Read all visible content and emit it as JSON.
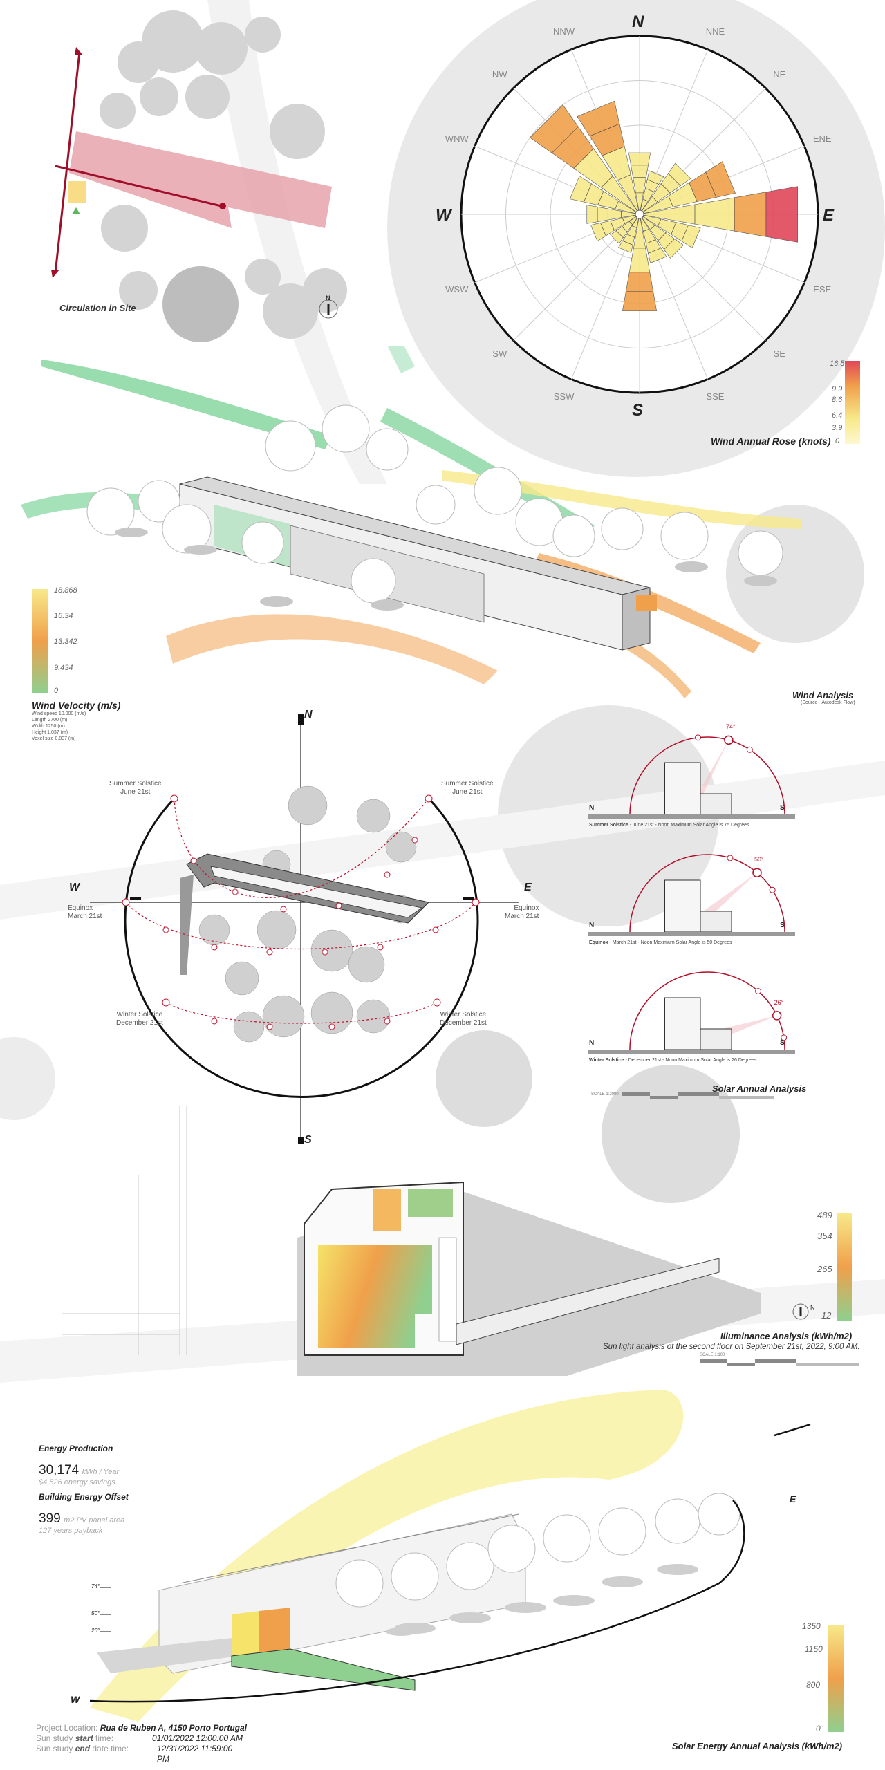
{
  "circulation": {
    "title": "Circulation in Site",
    "north": "N"
  },
  "wind_rose": {
    "title": "Wind Annual Rose  (knots)",
    "cardinals": {
      "n": "N",
      "e": "E",
      "s": "S",
      "w": "W"
    },
    "directions": [
      "NNE",
      "NE",
      "ENE",
      "ESE",
      "SE",
      "SSE",
      "SSW",
      "SW",
      "WSW",
      "WNW",
      "NW",
      "NNW"
    ],
    "legend_values": [
      "16.5",
      "9.9",
      "8.6",
      "6.4",
      "3.9",
      "0"
    ]
  },
  "wind_velocity": {
    "title": "Wind Velocity (m/s)",
    "legend_values": [
      "18.868",
      "16.34",
      "13.342",
      "9.434",
      "0"
    ],
    "notes": [
      "Wind speed 10.000 (m/s)",
      "Length 2700 (m)",
      "Width 1250 (m)",
      "Height 1.037 (m)",
      "Voxel size 0.837 (m)"
    ]
  },
  "wind_analysis": {
    "title": "Wind Analysis",
    "source": "(Source - Autodesk Flow)"
  },
  "sun_path": {
    "n": "N",
    "s": "S",
    "w": "W",
    "e": "E",
    "summer_left": [
      "Summer Solstice",
      "June 21st"
    ],
    "summer_right": [
      "Summer Solstice",
      "June 21st"
    ],
    "equinox_left": [
      "Equinox",
      "March 21st"
    ],
    "equinox_right": [
      "Equinox",
      "March 21st"
    ],
    "winter_left": [
      "Winter Solstice",
      "December 21st"
    ],
    "winter_right": [
      "Winter Solstice",
      "December 21st"
    ]
  },
  "solar_sections": [
    {
      "angle": "74°",
      "n": "N",
      "s": "S",
      "bold": "Summer Solstice",
      "caption": " - June 21st - Noon Maximum Solar Angle is 75 Degrees"
    },
    {
      "angle": "50°",
      "n": "N",
      "s": "S",
      "bold": "Equinox",
      "caption": " - March 21st - Noon Maximum Solar Angle is 50 Degrees"
    },
    {
      "angle": "26°",
      "n": "N",
      "s": "S",
      "bold": "Winter Solstice",
      "caption": " - December 21st - Noon Maximum Solar Angle is 26 Degrees"
    }
  ],
  "solar_annual": {
    "title": "Solar Annual Analysis",
    "scale": "SCALE 1:2000"
  },
  "illuminance": {
    "title": "Illuminance Analysis (kWh/m2)",
    "subtitle": "Sun light analysis of the second floor on September 21st, 2022, 9:00 AM.",
    "legend_values": [
      "489",
      "354",
      "265",
      "12"
    ],
    "north": "N",
    "scale": "SCALE 1:100"
  },
  "energy": {
    "production_title": "Energy Production",
    "production_value": "30,174",
    "production_unit": "kWh / Year",
    "savings": "$4,526 energy savings",
    "offset_title": "Building Energy Offset",
    "area_value": "399",
    "area_unit": "m2 PV panel area",
    "payback": "127 years payback"
  },
  "solar_energy": {
    "title": "Solar Energy Annual Analysis (kWh/m2)",
    "legend_values": [
      "1350",
      "1150",
      "800",
      "0"
    ],
    "e": "E",
    "w": "W",
    "angles": [
      "74°",
      "50°",
      "26°"
    ]
  },
  "project": {
    "location_label": "Project Location:",
    "location_value": "Rua de Ruben A, 4150 Porto Portugal",
    "start_label_a": "Sun study ",
    "start_label_b": "start",
    "start_label_c": " time:",
    "start_value": "01/01/2022 12:00:00 AM",
    "end_label_a": "Sun study ",
    "end_label_b": "end",
    "end_label_c": " date time:",
    "end_value": "12/31/2022 11:59:00 PM"
  },
  "colors": {
    "rose_high": "#e0485a",
    "orange": "#f0a04a",
    "yellow": "#f7e98a",
    "green": "#8fcf8f",
    "dark_red": "#b0102a",
    "gray_circle": "#dcdcdc"
  }
}
